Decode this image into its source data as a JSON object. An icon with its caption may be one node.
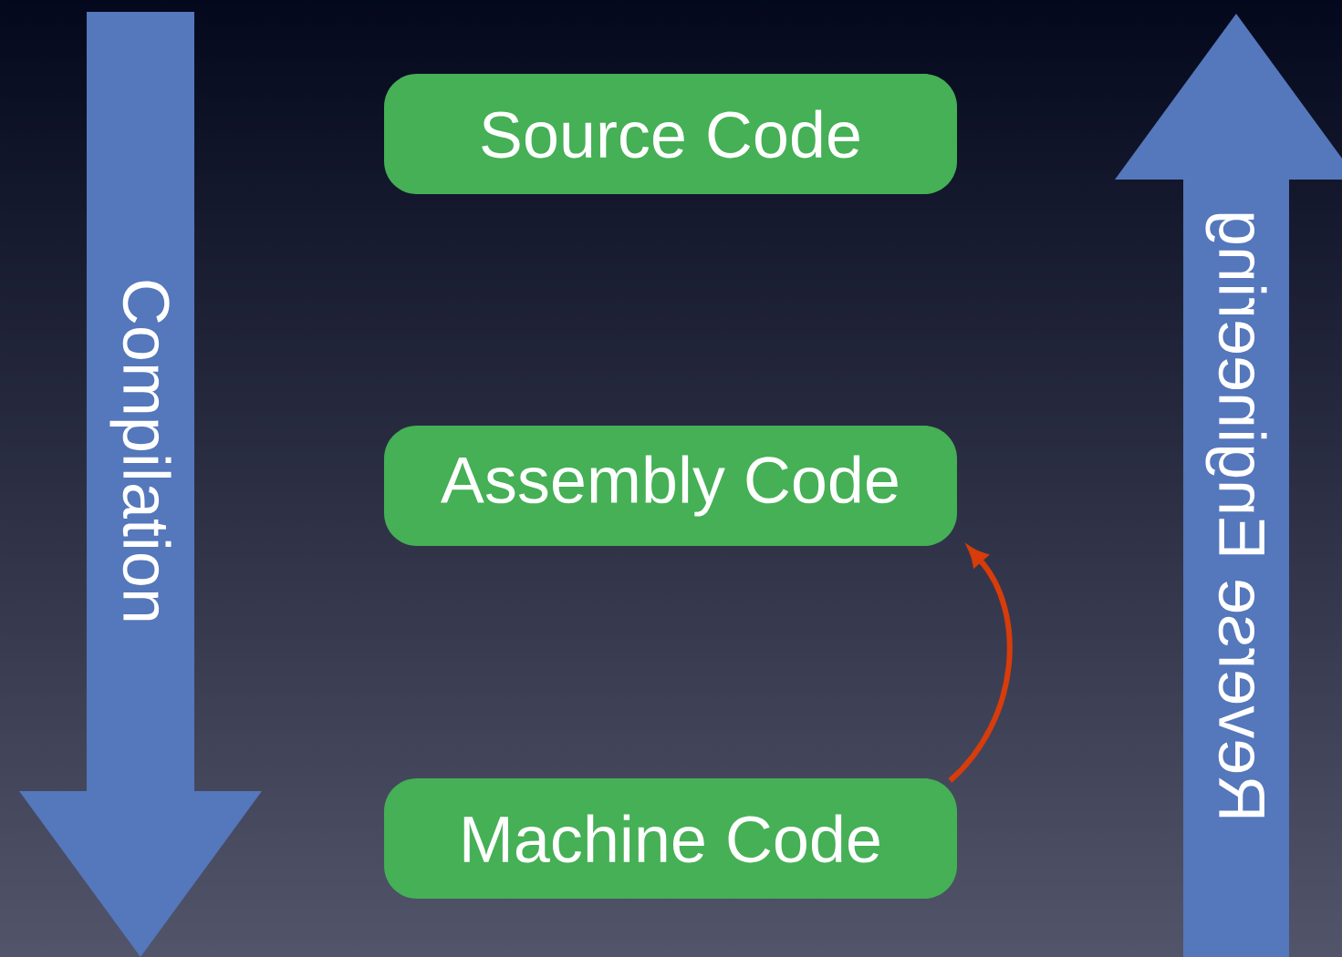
{
  "diagram": {
    "nodes": [
      {
        "text": [
          "Compilation"
        ]
      },
      {
        "text": [
          "Source Code"
        ]
      },
      {
        "text": [
          "Assembly Code"
        ]
      },
      {
        "text": [
          "Machine Code"
        ]
      },
      {
        "text": [
          "Reverse Engineering"
        ]
      }
    ],
    "edges": [
      {
        "from": 3,
        "to": 2,
        "arrow": "to",
        "color": "#d83c0a"
      }
    ]
  }
}
